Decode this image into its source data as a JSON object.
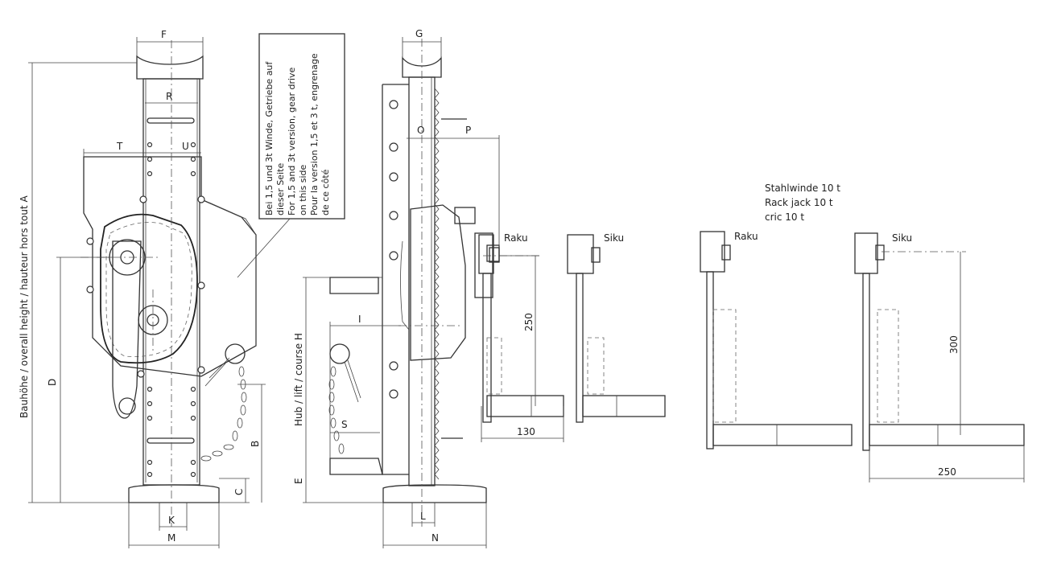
{
  "labels": {
    "F": "F",
    "R": "R",
    "T": "T",
    "U": "U",
    "D": "D",
    "B": "B",
    "C": "C",
    "K": "K",
    "M": "M",
    "G": "G",
    "O": "O",
    "P": "P",
    "I": "I",
    "S": "S",
    "E": "E",
    "L": "L",
    "N": "N",
    "height_A": "Bauhöhe / overall height / hauteur hors tout A",
    "lift_H": "Hub / lift / course H"
  },
  "note_lines": [
    "Bei 1,5 und 3t Winde, Getriebe auf",
    "dieser Seite",
    "For 1,5 and 3t version, gear drive",
    "on this side",
    "Pour la version 1,5 et 3 t, engrenage",
    "de ce côté"
  ],
  "crank_small": {
    "raku": "Raku",
    "siku": "Siku",
    "dim_250": "250",
    "dim_130": "130"
  },
  "crank_large": {
    "title_lines": [
      "Stahlwinde 10 t",
      "Rack jack 10 t",
      "cric 10 t"
    ],
    "raku": "Raku",
    "siku": "Siku",
    "dim_300": "300",
    "dim_250": "250"
  }
}
